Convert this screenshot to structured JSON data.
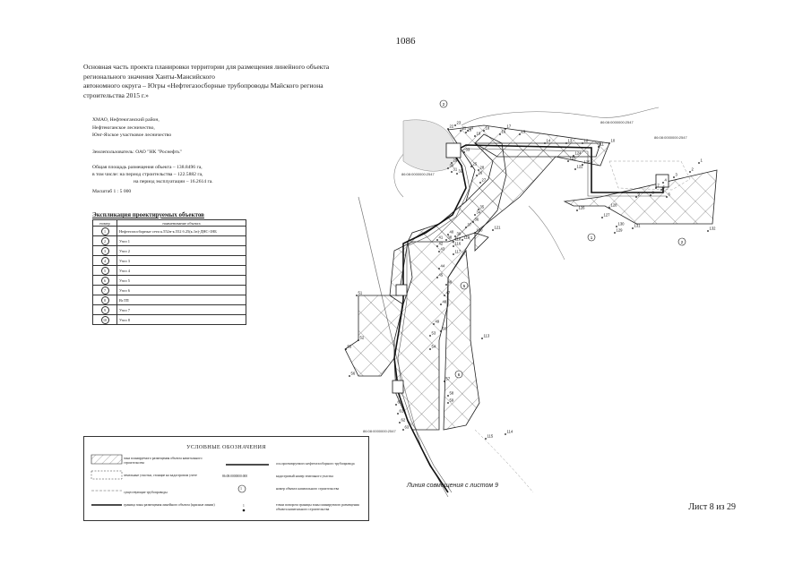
{
  "page_number": "1086",
  "title_lines": [
    "Основная часть проекта планировки территории для размещения линейного объекта",
    "регионального значения Ханты-Мансийского",
    "автономного округа – Югры «Нефтегазосборные трубопроводы Майского региона",
    "строительства 2015 г.»"
  ],
  "location_lines": [
    "ХМАО, Нефтеюганский район,",
    "Нефтеюганское лесничество,",
    "Юнг-Яхское участковое лесничество"
  ],
  "customer": "Землепользователь:  ОАО \"НК \"Роснефть\"",
  "area_lines": [
    "Общая площадь размещения объекта – 138.8496 га,",
    "в том числе: на период строительства – 122.5882 га,",
    "на период эксплуатации –  16.2614 га."
  ],
  "scale": "Масштаб 1 : 5 000",
  "explication": {
    "title": "Экспликация проектируемых объектов",
    "headers": [
      "номер",
      "наименование объекта"
    ],
    "rows": [
      {
        "num": "1",
        "name": "Нефтегазосборные сети к.552н-к.552 б.25(к.1н)-ДНС-1НБ"
      },
      {
        "num": "2",
        "name": "Узел 1"
      },
      {
        "num": "3",
        "name": "Узел 2"
      },
      {
        "num": "4",
        "name": "Узел 3"
      },
      {
        "num": "5",
        "name": "Узел 4"
      },
      {
        "num": "6",
        "name": "Узел 5"
      },
      {
        "num": "7",
        "name": "Узел 6"
      },
      {
        "num": "8",
        "name": "ВсТП"
      },
      {
        "num": "9",
        "name": "Узел 7"
      },
      {
        "num": "10",
        "name": "Узел 8"
      }
    ]
  },
  "legend": {
    "title": "УСЛОВНЫЕ ОБОЗНАЧЕНИЯ",
    "items": {
      "zone_temp": "зона планируемого размещения объекта капитального строительства",
      "land_plots": "земельные участки, стоящие на кадастровом учете",
      "existing_pipeline": "существующие трубопроводы",
      "boundary": "граница зоны размещения линейного объекта (красные линии)",
      "axis_projected": "ось проектируемого нефтегазосборного трубопровода",
      "cad_number": "кадастровый номер земельного участка",
      "cad_number_code": "86:08:0000000:000",
      "object_number": "номер объекта капитального строительства",
      "object_symbol": "1",
      "points": "точки поворота границы зоны планируемого размещения объекта капитального строительства",
      "point_symbol": "1"
    }
  },
  "sheet": "Лист 8 из 29",
  "map": {
    "match_line": "Линия совмещения с листом 9",
    "cad_labels": [
      "86:08:0000000:2547",
      "86:08:0000000:2547",
      "86:08:0000000:2547",
      "86:08:0000000:2547"
    ],
    "callouts": [
      "2",
      "1",
      "2",
      "5",
      "6"
    ],
    "points": [
      "1",
      "2",
      "3",
      "4",
      "5",
      "6",
      "7",
      "8",
      "9",
      "10",
      "11",
      "12",
      "13",
      "14",
      "15",
      "16",
      "17",
      "18",
      "19",
      "20",
      "21",
      "22",
      "23",
      "24",
      "25",
      "26",
      "27",
      "28",
      "29",
      "30",
      "31",
      "32",
      "33",
      "34",
      "35",
      "36",
      "37",
      "38",
      "39",
      "40",
      "41",
      "42",
      "43",
      "44",
      "45",
      "46",
      "47",
      "48",
      "49",
      "50",
      "51",
      "52",
      "53",
      "54",
      "55",
      "56",
      "57",
      "58",
      "59",
      "60",
      "61",
      "62",
      "63",
      "113",
      "114",
      "115",
      "116",
      "117",
      "118",
      "119",
      "120",
      "121",
      "122",
      "123",
      "124",
      "125",
      "126",
      "127",
      "128",
      "129",
      "130",
      "131",
      "132"
    ]
  }
}
